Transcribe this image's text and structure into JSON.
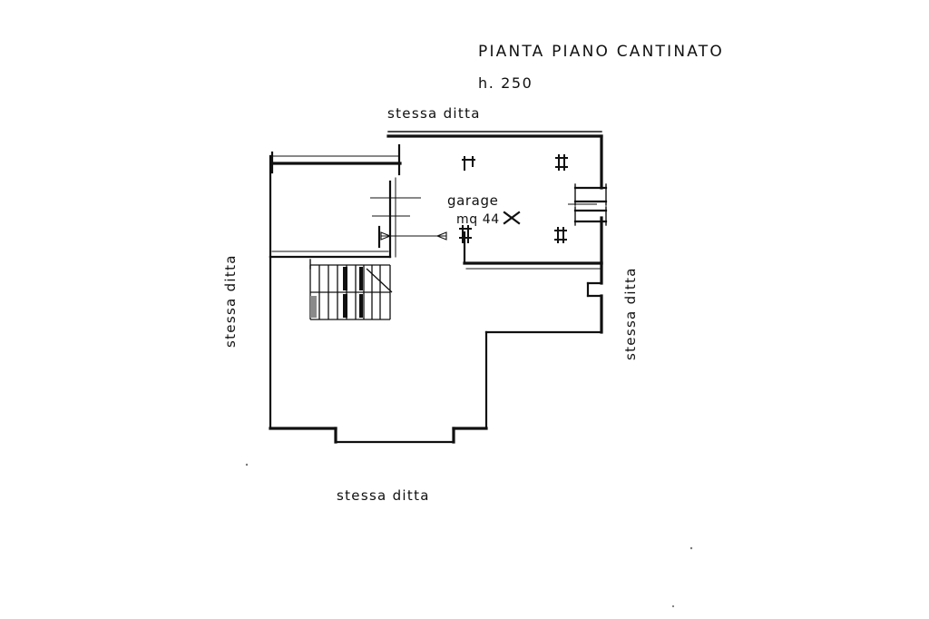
{
  "document": {
    "kind": "architectural-floor-plan",
    "title": "PIANTA PIANO CANTINATO",
    "height_note": "h. 250",
    "ink_color": "#101010",
    "paper_color": "#ffffff"
  },
  "annotations": {
    "neighbor_top": "stessa ditta",
    "neighbor_left": "stessa ditta",
    "neighbor_right": "stessa ditta",
    "neighbor_bottom": "stessa ditta"
  },
  "rooms": [
    {
      "name": "garage",
      "area_label": "mq 44",
      "area_value": 44,
      "area_unit": "mq"
    }
  ],
  "symbols": {
    "pillar_count": 3,
    "stair_step_count": 9,
    "door_swing_count": 1,
    "window_count": 2
  }
}
